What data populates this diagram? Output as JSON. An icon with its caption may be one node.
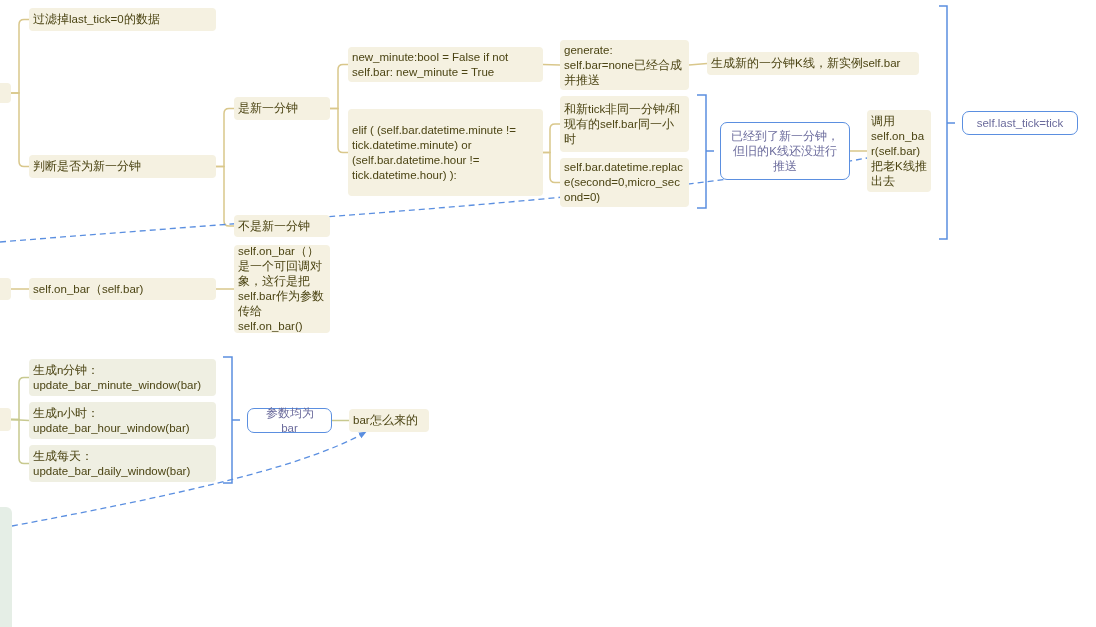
{
  "diagram": {
    "nodes": [
      {
        "text": [],
        "shape": "box"
      },
      {
        "text": [
          "过滤掉last_tick=0的数据"
        ]
      },
      {
        "text": [
          "判断是否为新一分钟"
        ]
      },
      {
        "text": [
          "是新一分钟"
        ]
      },
      {
        "text": [
          "new_minute:bool = False if not self.bar: new_minute = True"
        ]
      },
      {
        "text": [
          "generate: self.bar=none已经合成并推送"
        ]
      },
      {
        "text": [
          "生成新的一分钟K线，新实例self.bar"
        ]
      },
      {
        "text": [
          "elif ( (self.bar.datetime.minute != tick.datetime.minute) or (self.bar.datetime.hour != tick.datetime.hour) ):"
        ]
      },
      {
        "text": [
          "和新tick非同一分钟/和现有的self.bar同一小时"
        ]
      },
      {
        "text": [
          "self.bar.datetime.replace(second=0,micro_second=0)"
        ]
      },
      {
        "text": [
          "已经到了新一分钟，但旧的K线还没进行推送"
        ]
      },
      {
        "text": [
          "调用self.on_bar(self.bar)把老K线推出去"
        ]
      },
      {
        "text": [
          "self.last_tick=tick"
        ]
      },
      {
        "text": [
          "不是新一分钟"
        ]
      },
      {
        "text": [],
        "shape": "box"
      },
      {
        "text": [
          "self.on_bar（self.bar)"
        ]
      },
      {
        "text": [
          "self.on_bar（）是一个可回调对象，这行是把self.bar作为参数传给self.on_bar()"
        ]
      },
      {
        "text": [],
        "shape": "box"
      },
      {
        "text": [
          "生成n分钟： update_bar_minute_window(bar)"
        ]
      },
      {
        "text": [
          "生成n小时： update_bar_hour_window(bar)"
        ]
      },
      {
        "text": [
          "生成每天： update_bar_daily_window(bar)"
        ]
      },
      {
        "text": [
          "参数均为bar"
        ]
      },
      {
        "text": [
          "bar怎么来的"
        ]
      },
      {
        "text": [],
        "shape": "box"
      }
    ],
    "edges": [
      {
        "from": 0,
        "to": 1,
        "arrow": "none"
      },
      {
        "from": 0,
        "to": 2,
        "arrow": "none"
      },
      {
        "from": 2,
        "to": 3,
        "arrow": "none"
      },
      {
        "from": 2,
        "to": 13,
        "arrow": "none"
      },
      {
        "from": 3,
        "to": 4,
        "arrow": "none"
      },
      {
        "from": 3,
        "to": 7,
        "arrow": "none"
      },
      {
        "from": 4,
        "to": 5,
        "arrow": "none"
      },
      {
        "from": 5,
        "to": 6,
        "arrow": "none"
      },
      {
        "from": 7,
        "to": 8,
        "arrow": "none"
      },
      {
        "from": 7,
        "to": 9,
        "arrow": "none"
      },
      {
        "from": 10,
        "to": 11,
        "arrow": "none"
      },
      {
        "from": null,
        "to": 11,
        "arrow": "none",
        "style": "dashed",
        "color": "#5b8fe0"
      },
      {
        "from": 14,
        "to": 15,
        "arrow": "none"
      },
      {
        "from": 15,
        "to": 16,
        "arrow": "none"
      },
      {
        "from": 17,
        "to": 18,
        "arrow": "none",
        "color": "#c8c98f"
      },
      {
        "from": 17,
        "to": 19,
        "arrow": "none",
        "color": "#c8c98f"
      },
      {
        "from": 17,
        "to": 20,
        "arrow": "none",
        "color": "#c8c98f"
      },
      {
        "from": 21,
        "to": 22,
        "arrow": "none",
        "color": "#c8c98f"
      },
      {
        "from": 23,
        "to": 22,
        "arrow": "to",
        "style": "dashed",
        "color": "#5b8fe0"
      }
    ]
  }
}
